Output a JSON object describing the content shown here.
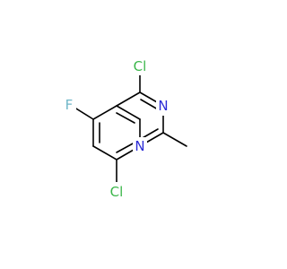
{
  "molecule": {
    "atoms": [
      {
        "id": "a1",
        "label": "Cl",
        "color": "#3bb64a"
      },
      {
        "id": "a2",
        "label": "N",
        "color": "#2b2bd6"
      },
      {
        "id": "a3",
        "label": "F",
        "color": "#6fb6c8"
      },
      {
        "id": "a4",
        "label": "N",
        "color": "#2b2bd6"
      },
      {
        "id": "a5",
        "label": "Cl",
        "color": "#3bb64a"
      }
    ]
  }
}
